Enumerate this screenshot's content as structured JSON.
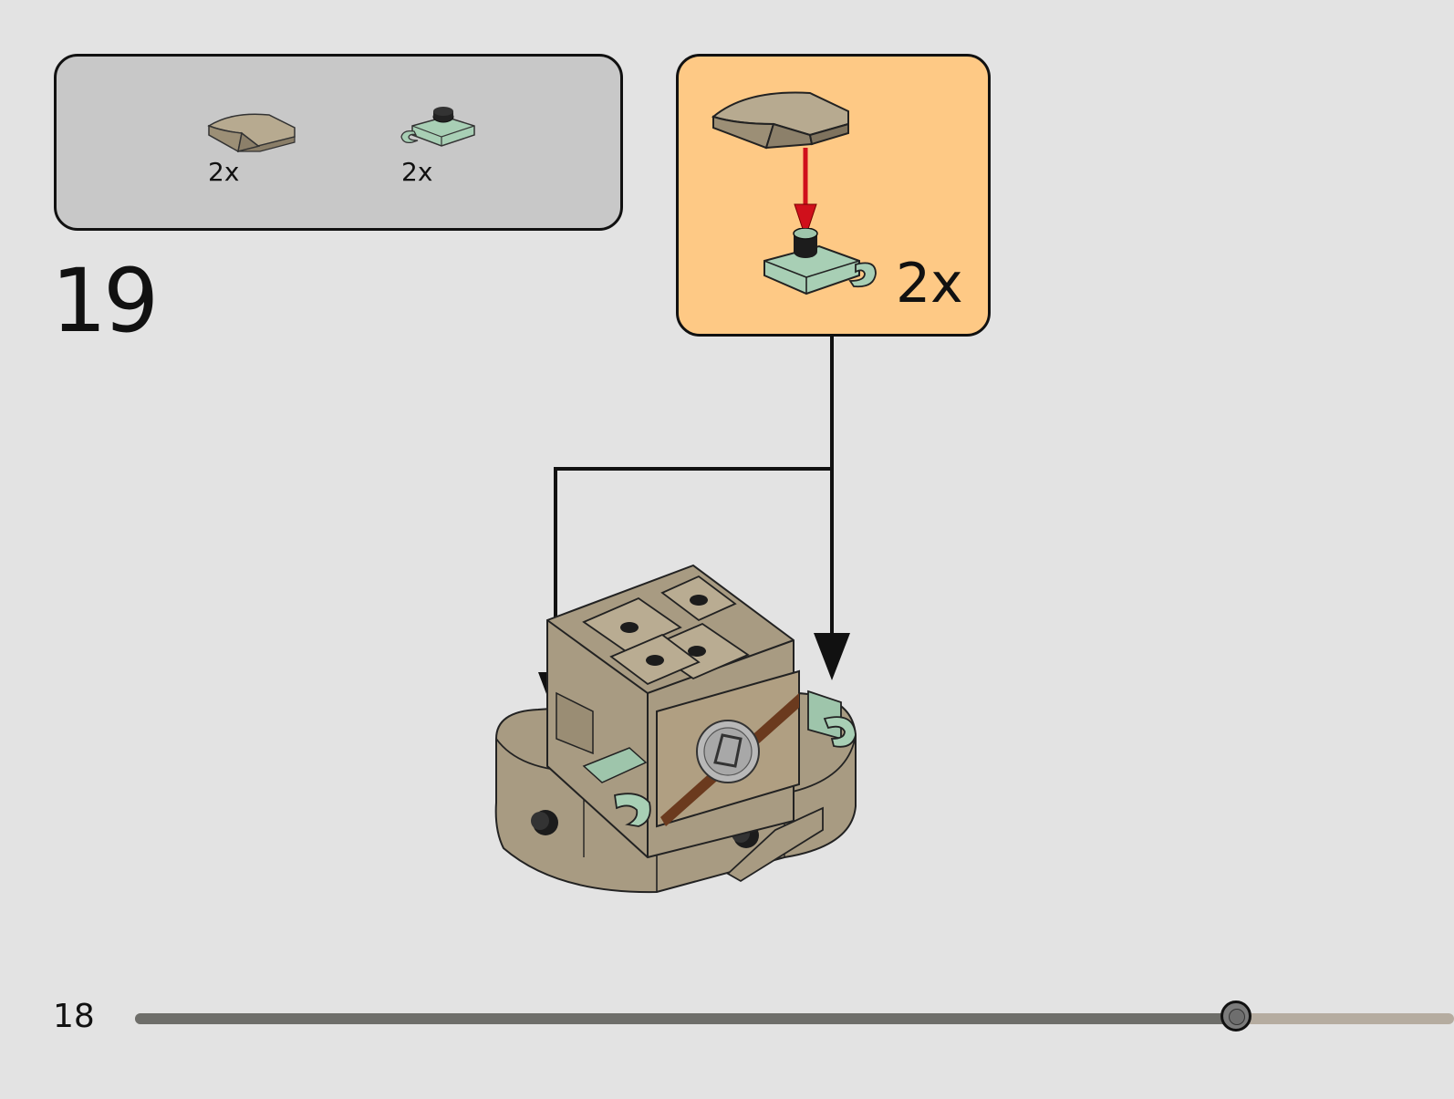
{
  "parts_list": {
    "items": [
      {
        "icon": "curved-slope-tile-icon",
        "color": "#a89b82",
        "qty": "2x"
      },
      {
        "icon": "clip-plate-icon",
        "color": "#9ec5ab",
        "qty": "2x"
      }
    ]
  },
  "step": {
    "number": "19"
  },
  "subassembly": {
    "qty": "2x"
  },
  "footer": {
    "page_number": "18"
  },
  "progress": {
    "value": 0.835
  },
  "colors": {
    "background": "#e3e3e3",
    "parts_box": "#c8c8c8",
    "subassembly_box": "#fec985",
    "dark_tan": "#a89b82",
    "sand_green": "#9ec5ab",
    "arrow_red": "#d0101b",
    "reddish_brown": "#6b3a1e"
  }
}
